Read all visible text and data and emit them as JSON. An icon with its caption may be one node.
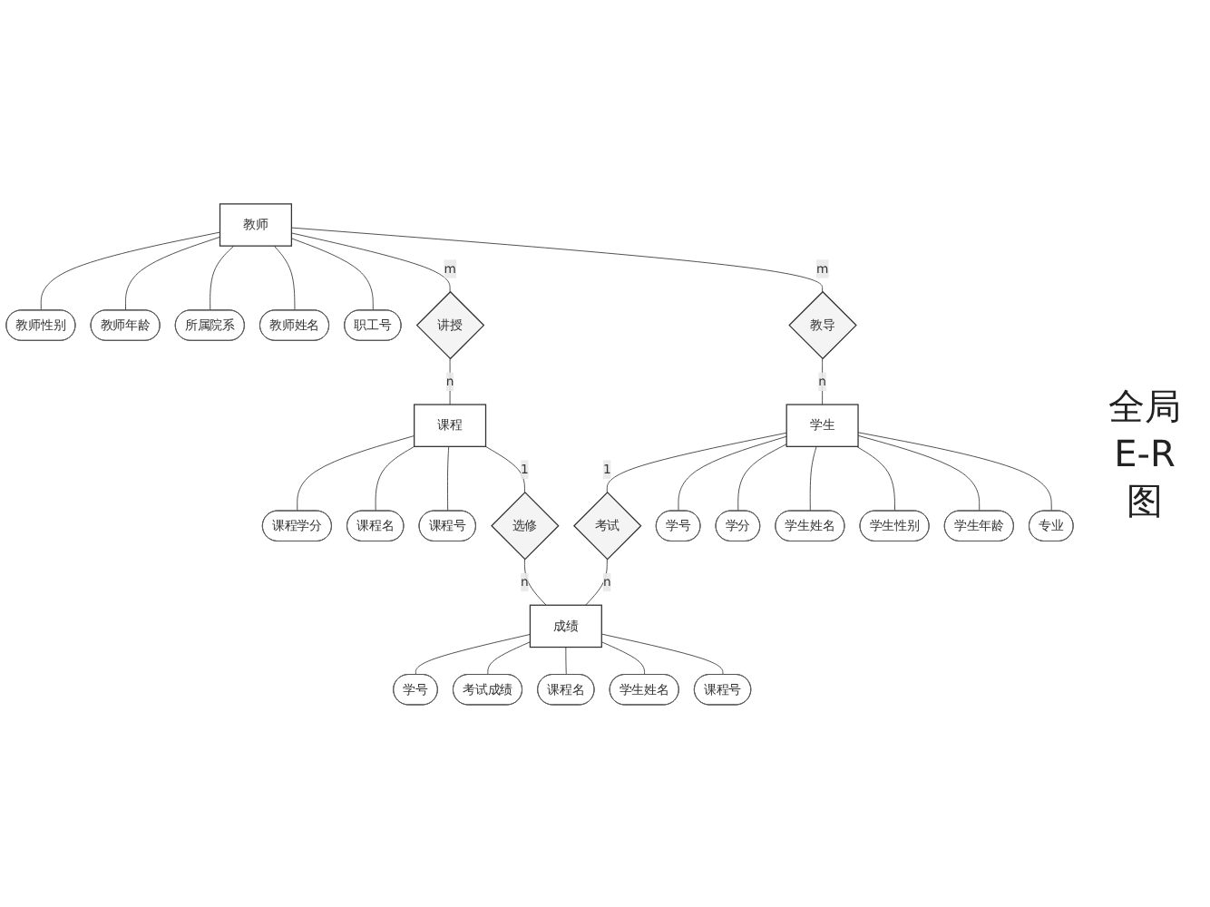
{
  "diagram": {
    "title": "全局 E-R 图",
    "nodes": [
      {
        "text": [
          "课程学分"
        ]
      },
      {
        "text": [
          "教师性别"
        ]
      },
      {
        "text": [
          "教师年龄"
        ]
      },
      {
        "text": [
          "课程名"
        ]
      },
      {
        "text": [
          "所属院系"
        ]
      },
      {
        "text": [
          "教师姓名"
        ]
      },
      {
        "text": [
          "课程号"
        ]
      },
      {
        "text": [
          "职工号"
        ]
      },
      {
        "text": [
          "教师"
        ]
      },
      {
        "text": [
          "讲授"
        ]
      },
      {
        "text": [
          "课程"
        ]
      },
      {
        "text": [
          "教导"
        ]
      },
      {
        "text": [
          "选修"
        ]
      },
      {
        "text": [
          "学生"
        ]
      },
      {
        "text": [
          "考试"
        ]
      },
      {
        "text": [
          "成绩"
        ]
      },
      {
        "text": [
          "学号"
        ]
      },
      {
        "text": [
          "学分"
        ]
      },
      {
        "text": [
          "学号"
        ]
      },
      {
        "text": [
          "学生姓名"
        ]
      },
      {
        "text": [
          "考试成绩"
        ]
      },
      {
        "text": [
          "学生性别"
        ]
      },
      {
        "text": [
          "学生年龄"
        ]
      },
      {
        "text": [
          "专业"
        ]
      },
      {
        "text": [
          "课程名"
        ]
      },
      {
        "text": [
          "学生姓名"
        ]
      },
      {
        "text": [
          "课程号"
        ]
      }
    ],
    "edges": [
      {
        "from": 8,
        "to": 1,
        "arrow": "none"
      },
      {
        "from": 8,
        "to": 2,
        "arrow": "none"
      },
      {
        "from": 8,
        "to": 4,
        "arrow": "none"
      },
      {
        "from": 8,
        "to": 5,
        "arrow": "none"
      },
      {
        "from": 8,
        "to": 7,
        "arrow": "none"
      },
      {
        "from": 10,
        "to": 0,
        "arrow": "none"
      },
      {
        "from": 10,
        "to": 3,
        "arrow": "none"
      },
      {
        "from": 10,
        "to": 6,
        "arrow": "none"
      },
      {
        "from": 8,
        "to": 9,
        "arrow": "none",
        "label": "m"
      },
      {
        "from": 9,
        "to": 10,
        "arrow": "none",
        "label": "n"
      },
      {
        "from": 8,
        "to": 11,
        "arrow": "none",
        "label": "m"
      },
      {
        "from": 11,
        "to": 13,
        "arrow": "none",
        "label": "n"
      },
      {
        "from": 10,
        "to": 12,
        "arrow": "none",
        "label": "1"
      },
      {
        "from": 12,
        "to": 15,
        "arrow": "none",
        "label": "n"
      },
      {
        "from": 13,
        "to": 14,
        "arrow": "none",
        "label": "1"
      },
      {
        "from": 14,
        "to": 15,
        "arrow": "none",
        "label": "n"
      },
      {
        "from": 13,
        "to": 16,
        "arrow": "none"
      },
      {
        "from": 13,
        "to": 17,
        "arrow": "none"
      },
      {
        "from": 13,
        "to": 19,
        "arrow": "none"
      },
      {
        "from": 13,
        "to": 21,
        "arrow": "none"
      },
      {
        "from": 13,
        "to": 22,
        "arrow": "none"
      },
      {
        "from": 13,
        "to": 23,
        "arrow": "none"
      },
      {
        "from": 15,
        "to": 18,
        "arrow": "none"
      },
      {
        "from": 15,
        "to": 20,
        "arrow": "none"
      },
      {
        "from": 15,
        "to": 24,
        "arrow": "none"
      },
      {
        "from": 15,
        "to": 25,
        "arrow": "none"
      },
      {
        "from": 15,
        "to": 26,
        "arrow": "none"
      }
    ]
  }
}
